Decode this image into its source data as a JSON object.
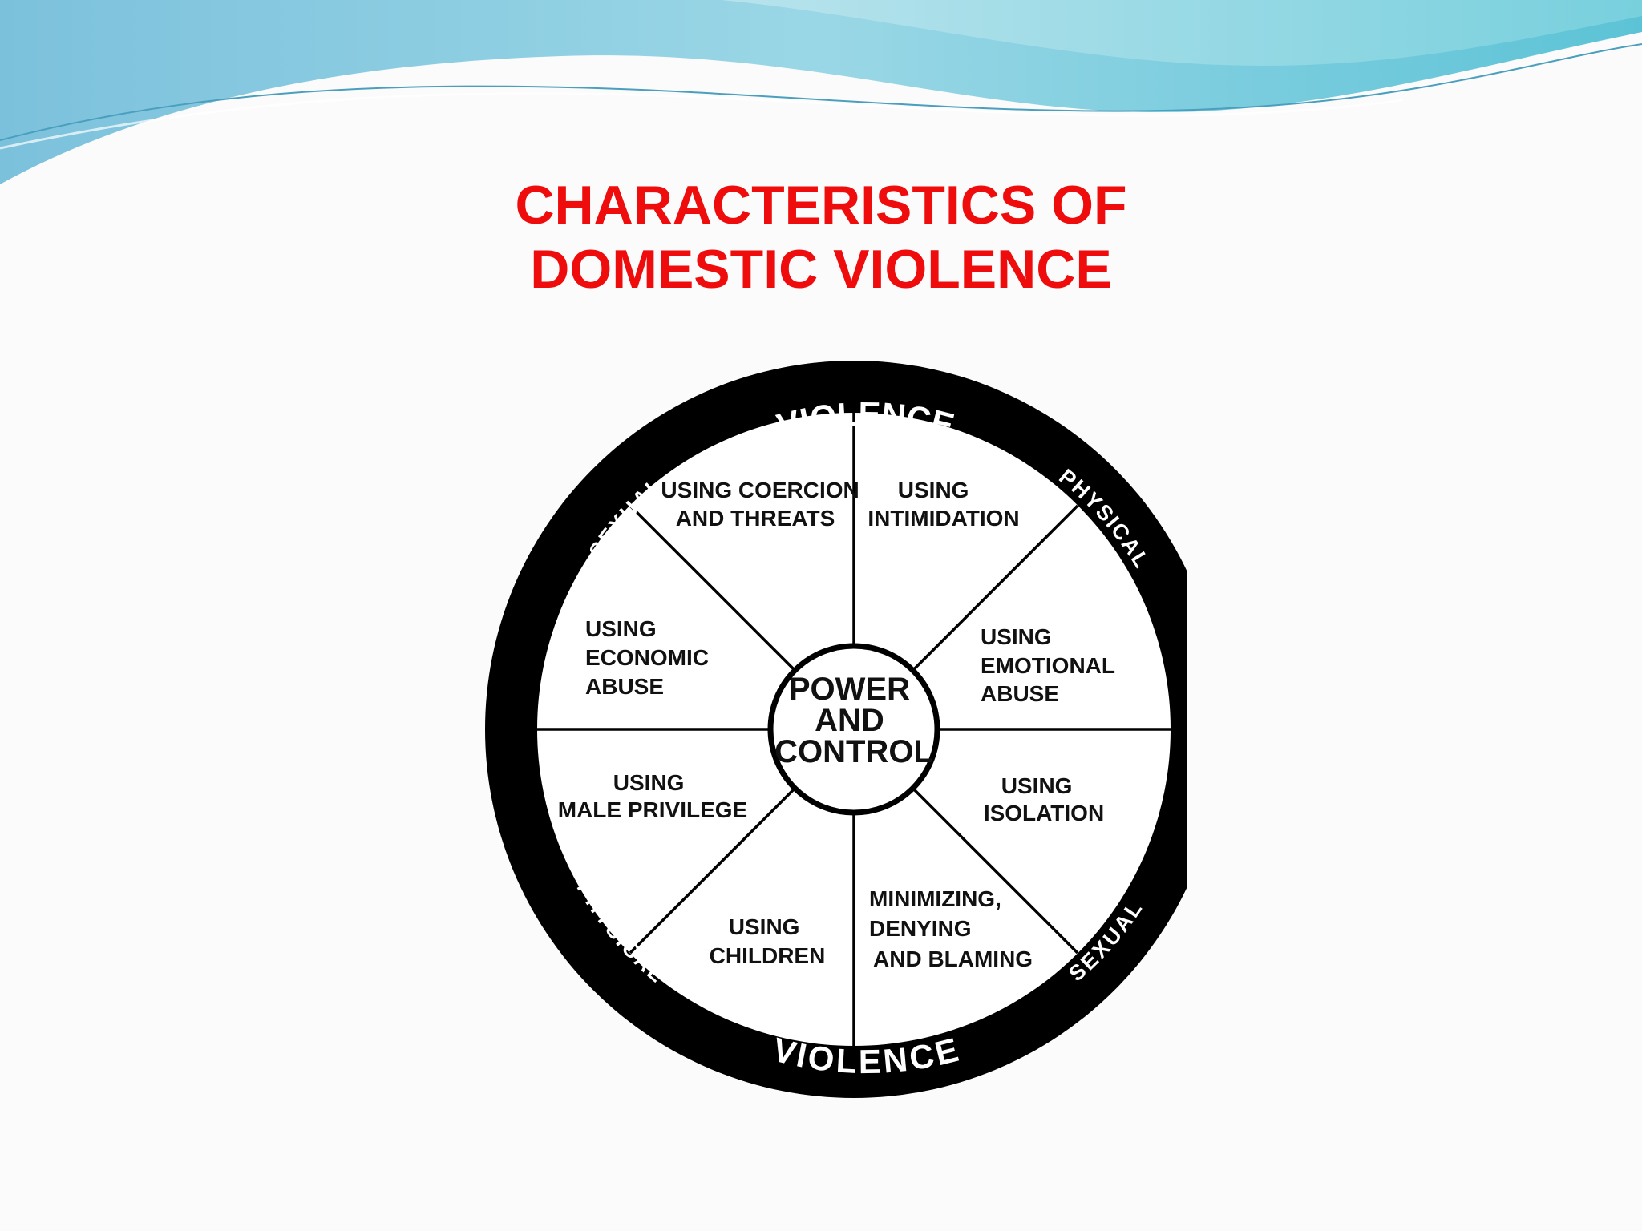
{
  "title": {
    "line1": "CHARACTERISTICS OF",
    "line2": "DOMESTIC VIOLENCE"
  },
  "wheel": {
    "rim": {
      "top": {
        "left": "SEXUAL",
        "center": "VIOLENCE",
        "right": "PHYSICAL"
      },
      "bottom": {
        "left": "PHYSICAL",
        "center": "VIOLENCE",
        "right": "SEXUAL"
      }
    },
    "hub": {
      "line1": "POWER",
      "line2": "AND",
      "line3": "CONTROL"
    },
    "segments": {
      "coercion": {
        "line1": "USING COERCION",
        "line2": "AND THREATS"
      },
      "intimidation": {
        "line1": "USING",
        "line2": "INTIMIDATION"
      },
      "emotional": {
        "line1": "USING",
        "line2": "EMOTIONAL",
        "line3": "ABUSE"
      },
      "isolation": {
        "line1": "USING",
        "line2": "ISOLATION"
      },
      "minimizing": {
        "line1": "MINIMIZING,",
        "line2": "DENYING",
        "line3": "AND BLAMING"
      },
      "children": {
        "line1": "USING",
        "line2": "CHILDREN"
      },
      "male_privilege": {
        "line1": "USING",
        "line2": "MALE PRIVILEGE"
      },
      "economic": {
        "line1": "USING",
        "line2": "ECONOMIC",
        "line3": "ABUSE"
      }
    }
  },
  "colors": {
    "title": "#ee0c0c",
    "wave_light": "#8fdde3",
    "wave_dark": "#56b6cf",
    "rim": "#000000"
  }
}
